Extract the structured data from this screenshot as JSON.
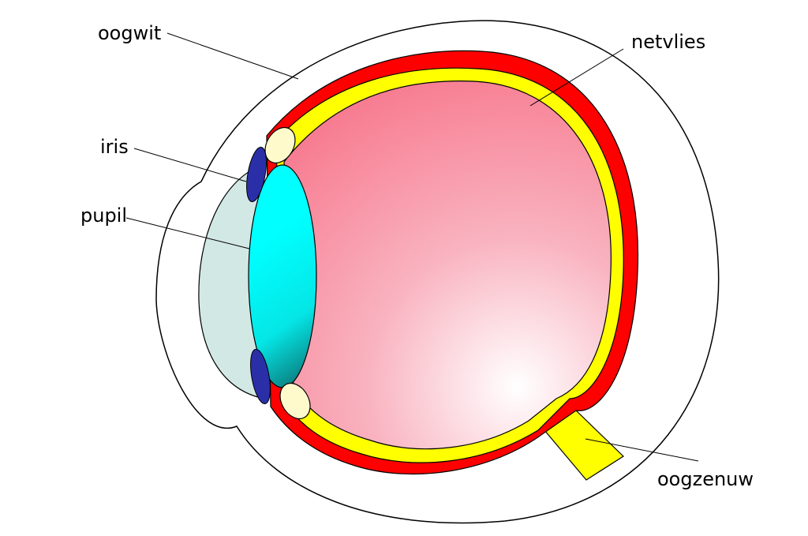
{
  "labels": {
    "oogwit": "oogwit",
    "netvlies": "netvlies",
    "iris": "iris",
    "pupil": "pupil",
    "oogzenuw": "oogzenuw"
  },
  "colors": {
    "sclera": "#ffffff",
    "choroid": "#ff0000",
    "retina": "#ffff00",
    "vitreous": "#f77a8f",
    "vitreous_highlight": "#ffffff",
    "lens": "#00ffff",
    "lens_shadow": "#0a8f8f",
    "cornea_chamber": "#d2e8e4",
    "iris": "#2a2fa8",
    "ciliary": "#fffacc",
    "outline": "#000000"
  },
  "icons": [
    "eye-cross-section"
  ]
}
